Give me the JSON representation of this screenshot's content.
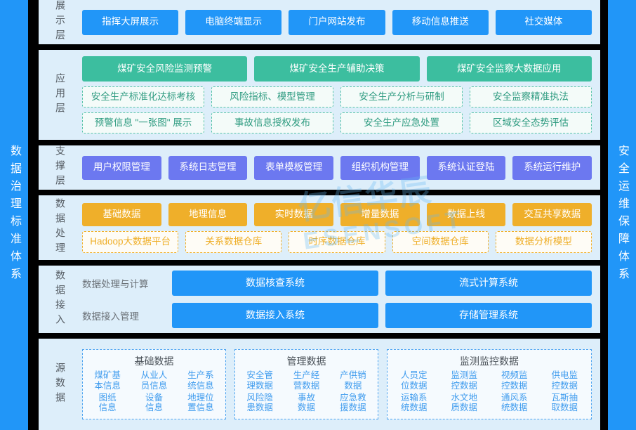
{
  "left_sidebar": {
    "label": "数据治理标准体系"
  },
  "right_sidebar": {
    "label": "安全运维保障体系"
  },
  "watermark": {
    "line1": "亿信华辰",
    "line2": "ESENSOFT"
  },
  "colors": {
    "blue": "#2196F8",
    "green": "#3CBE9F",
    "purple": "#6C78F0",
    "orange": "#EFAF2A",
    "band_bg": "#DDEEFA",
    "separator": "#000000",
    "source_border": "#4BA3F0"
  },
  "layers": {
    "display": {
      "label": "展示层",
      "items": [
        "指挥大屏展示",
        "电脑终端显示",
        "门户网站发布",
        "移动信息推送",
        "社交媒体"
      ]
    },
    "application": {
      "label": "应用层",
      "primary": [
        "煤矿安全风险监测预警",
        "煤矿安全生产辅助决策",
        "煤矿安全监察大数据应用"
      ],
      "secondary_row1": [
        "安全生产标准化达标考核",
        "风险指标、模型管理",
        "安全生产分析与研制",
        "安全监察精准执法"
      ],
      "secondary_row2": [
        "预警信息 \"一张图\" 展示",
        "事故信息授权发布",
        "安全生产应急处置",
        "区域安全态势评估"
      ]
    },
    "support": {
      "label": "支撑层",
      "items": [
        "用户权限管理",
        "系统日志管理",
        "表单模板管理",
        "组织机构管理",
        "系统认证登陆",
        "系统运行维护"
      ]
    },
    "data_processing": {
      "label": "数据处理",
      "row1": [
        "基础数据",
        "地理信息",
        "实时数据",
        "增量数据",
        "数据上线",
        "交互共享数据"
      ],
      "row2": [
        "Hadoop大数据平台",
        "关系数据仓库",
        "时序数据仓库",
        "空间数据仓库",
        "数据分析模型"
      ]
    },
    "data_access": {
      "label": "数据接入",
      "rows": [
        {
          "sub_label": "数据处理与计算",
          "items": [
            "数据核查系统",
            "流式计算系统"
          ]
        },
        {
          "sub_label": "数据接入管理",
          "items": [
            "数据接入系统",
            "存储管理系统"
          ]
        }
      ]
    },
    "source_data": {
      "label": "源数据",
      "groups": [
        {
          "title": "基础数据",
          "columns": 3,
          "cells": [
            "煤矿基\n本信息",
            "从业人\n员信息",
            "生产系\n统信息",
            "图纸\n信息",
            "设备\n信息",
            "地理位\n置信息"
          ]
        },
        {
          "title": "管理数据",
          "columns": 3,
          "cells": [
            "安全管\n理数据",
            "生产经\n营数据",
            "产供销\n数据",
            "风险隐\n患数据",
            "事故\n数据",
            "应急救\n援数据"
          ]
        },
        {
          "title": "监测监控数据",
          "columns": 4,
          "cells": [
            "人员定\n位数据",
            "监测监\n控数据",
            "视频监\n控数据",
            "供电监\n控数据",
            "运输系\n统数据",
            "水文地\n质数据",
            "通风系\n统数据",
            "瓦斯抽\n取数据"
          ]
        }
      ]
    }
  }
}
